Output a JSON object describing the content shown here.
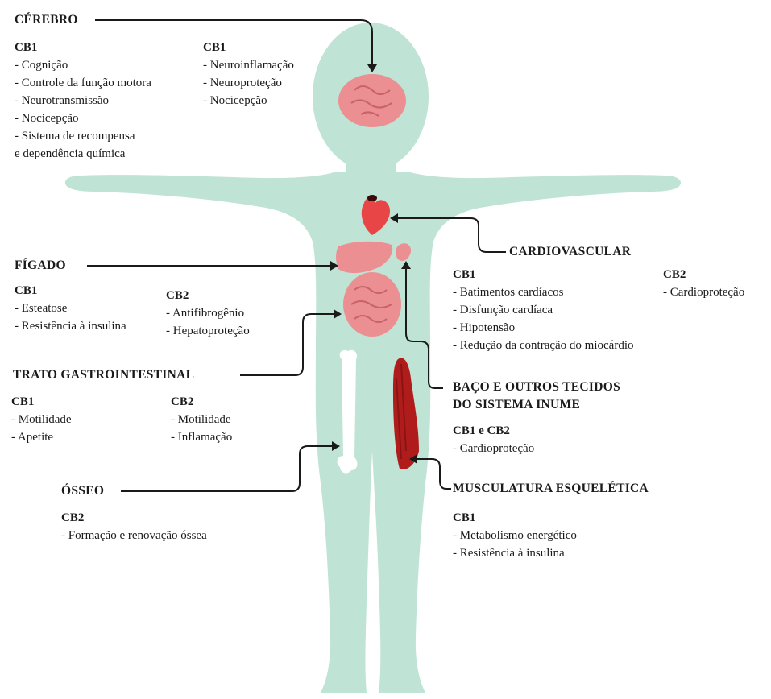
{
  "colors": {
    "body": "#bfe3d4",
    "organ_red": "#e84646",
    "organ_pink": "#ec8f92",
    "muscle_dark": "#b01c1c",
    "bone": "#ffffff",
    "line": "#1a1a1a"
  },
  "brain": {
    "heading": "CÉREBRO",
    "cb1_left": {
      "label": "CB1",
      "items": [
        "- Cognição",
        "- Controle da função motora",
        "- Neurotransmissão",
        "- Nocicepção",
        "- Sistema de recompensa",
        "e dependência química"
      ]
    },
    "cb1_right": {
      "label": "CB1",
      "items": [
        "- Neuroinflamação",
        "- Neuroproteção",
        "- Nocicepção"
      ]
    }
  },
  "liver": {
    "heading": "FÍGADO",
    "cb1": {
      "label": "CB1",
      "items": [
        "- Esteatose",
        "- Resistência à insulina"
      ]
    },
    "cb2": {
      "label": "CB2",
      "items": [
        "- Antifibrogênio",
        "- Hepatoproteção"
      ]
    }
  },
  "cardio": {
    "heading": "CARDIOVASCULAR",
    "cb1": {
      "label": "CB1",
      "items": [
        "- Batimentos cardíacos",
        "- Disfunção cardíaca",
        "- Hipotensão",
        "- Redução da contração do miocárdio"
      ]
    },
    "cb2": {
      "label": "CB2",
      "items": [
        "- Cardioproteção"
      ]
    }
  },
  "gi": {
    "heading": "TRATO GASTROINTESTINAL",
    "cb1": {
      "label": "CB1",
      "items": [
        "- Motilidade",
        "- Apetite"
      ]
    },
    "cb2": {
      "label": "CB2",
      "items": [
        "- Motilidade",
        "- Inflamação"
      ]
    }
  },
  "spleen": {
    "heading_line1": "BAÇO E OUTROS TECIDOS",
    "heading_line2": "DO SISTEMA INUME",
    "cb": {
      "label": "CB1 e CB2",
      "items": [
        "- Cardioproteção"
      ]
    }
  },
  "bone": {
    "heading": "ÓSSEO",
    "cb2": {
      "label": "CB2",
      "items": [
        "- Formação e renovação óssea"
      ]
    }
  },
  "muscle": {
    "heading": "MUSCULATURA ESQUELÉTICA",
    "cb1": {
      "label": "CB1",
      "items": [
        "- Metabolismo energético",
        "- Resistência à insulina"
      ]
    }
  }
}
